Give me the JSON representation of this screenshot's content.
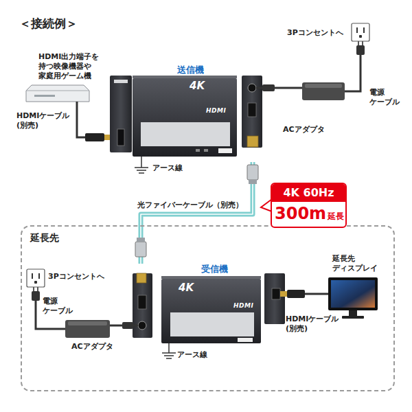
{
  "diagram": {
    "title": "＜接続例＞",
    "nodes": [
      {
        "text": [
          "送信機",
          "4K",
          "HDMI"
        ]
      },
      {
        "text": [
          "4K 60Hz",
          "300m",
          "延長"
        ]
      },
      {
        "text": [
          "延長先"
        ]
      },
      {
        "text": [
          "受信機",
          "4K",
          "HDMI"
        ],
        "in": 2
      }
    ],
    "edges": [
      {
        "from": 0,
        "to": 3,
        "arrow": "none",
        "label": "光ファイバーケーブル（別売）"
      }
    ],
    "labels": [
      "HDMI出力端子を 持つ映像機器や 家庭用ゲーム機",
      "HDMIケーブル (別売)",
      "3Pコンセントへ",
      "電源 ケーブル",
      "ACアダプタ",
      "アース線",
      "3Pコンセントへ",
      "電源 ケーブル",
      "ACアダプタ",
      "アース線",
      "延長先 ディスプレイ",
      "HDMIケーブル (別売)"
    ]
  }
}
